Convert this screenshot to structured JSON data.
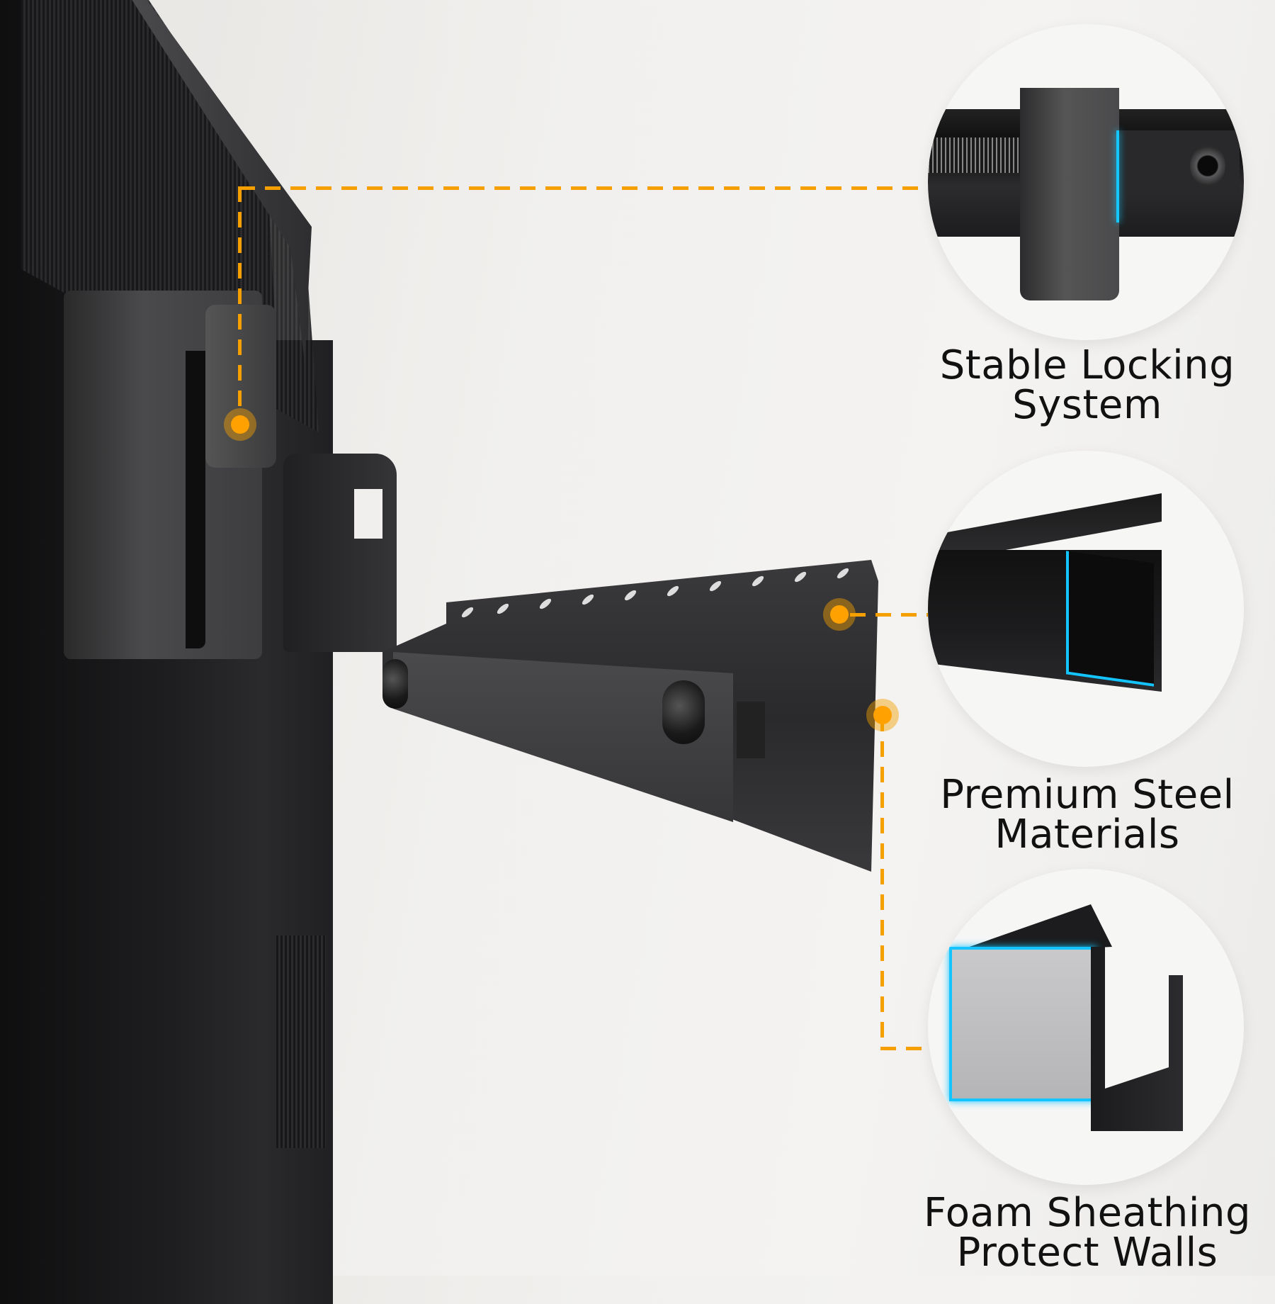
{
  "image": {
    "subject": "TV wall mount bracket feature callout",
    "accent_color": "#f5a000",
    "highlight_color": "#14c8ff",
    "background_color": "#efeeec"
  },
  "features": [
    {
      "icon": "locking-clip-closeup",
      "label_line1": "Stable Locking",
      "label_line2": "System"
    },
    {
      "icon": "steel-channel-closeup",
      "label_line1": "Premium Steel",
      "label_line2": "Materials"
    },
    {
      "icon": "foam-sheathing-closeup",
      "label_line1": "Foam Sheathing",
      "label_line2": "Protect Walls"
    }
  ]
}
